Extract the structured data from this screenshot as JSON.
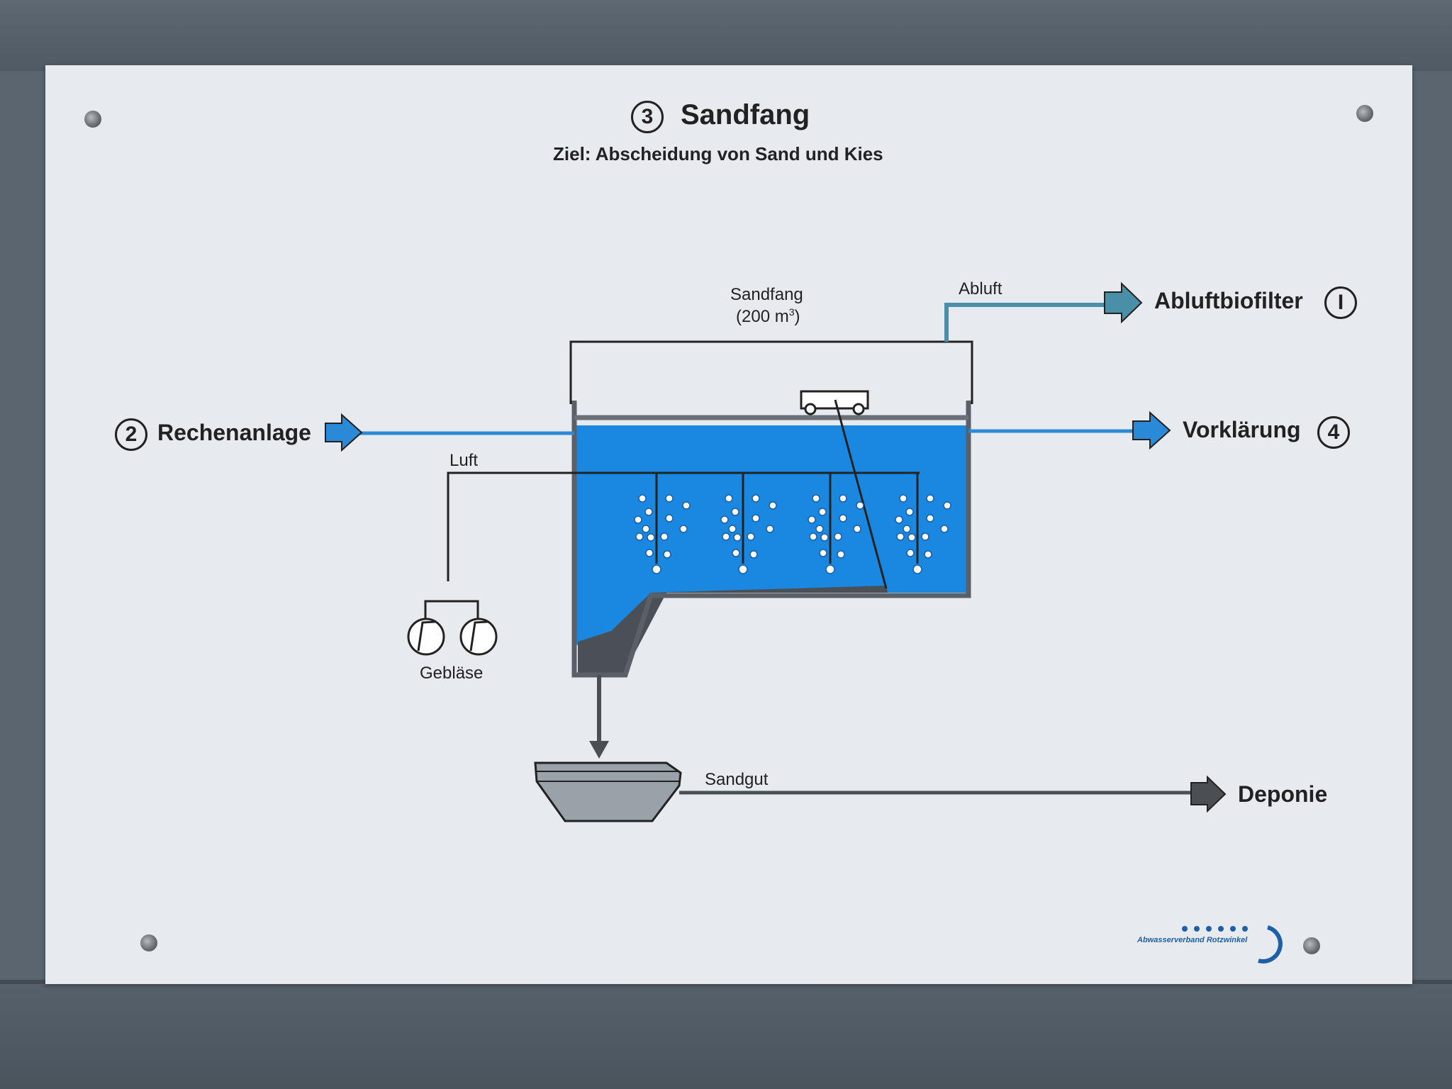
{
  "title": {
    "number": "3",
    "text": "Sandfang"
  },
  "subtitle": "Ziel: Abscheidung von Sand und Kies",
  "inlet": {
    "number": "2",
    "label": "Rechenanlage"
  },
  "outlet": {
    "number": "4",
    "label": "Vorklärung"
  },
  "exhaust": {
    "pipe_label": "Abluft",
    "target_label": "Abluftbiofilter",
    "target_number": "I"
  },
  "tank": {
    "label": "Sandfang",
    "volume": "(200 m",
    "volume_sup": "3",
    "volume_close": ")"
  },
  "air": {
    "pipe_label": "Luft",
    "blower_label": "Gebläse"
  },
  "sand": {
    "pipe_label": "Sandgut",
    "target_label": "Deponie"
  },
  "logo": {
    "text": "Abwasserverband Rotzwinkel"
  },
  "colors": {
    "water": "#1a88e0",
    "flow_arrow": "#2a8ad8",
    "exhaust_arrow": "#4a8fa8",
    "sand_arrow": "#4a4f54",
    "tank_wall": "#5a6066"
  }
}
